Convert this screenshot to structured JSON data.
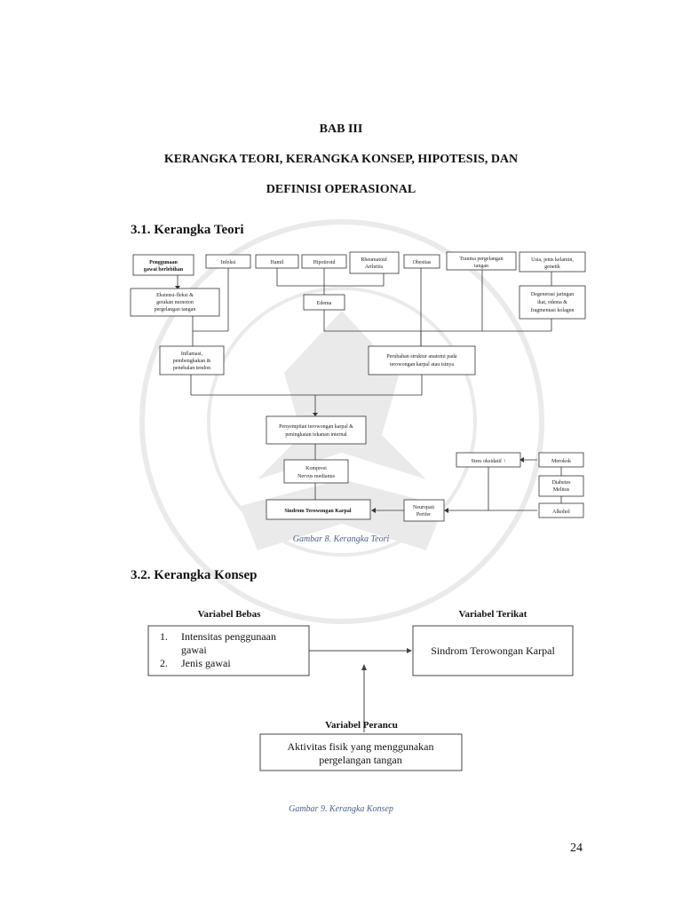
{
  "heading": {
    "line1": "BAB III",
    "line2": "KERANGKA TEORI, KERANGKA KONSEP, HIPOTESIS, DAN",
    "line3": "DEFINISI OPERASIONAL"
  },
  "section1": {
    "title": "3.1. Kerangka Teori"
  },
  "theory_diagram": {
    "top": {
      "gawai": [
        "Penggunaan",
        "gawai berlebihan"
      ],
      "infeksi": "Infeksi",
      "hamil": "Hamil",
      "hipotiroid": "Hipotiroid",
      "rheumatoid": [
        "Rheumatoid",
        "Arthritis"
      ],
      "obesitas": "Obesitas",
      "trauma": [
        "Trauma pergelangan",
        "tangan"
      ],
      "usia": [
        "Usia, jenis kelamin,",
        "genetik"
      ]
    },
    "level2": {
      "ekstensi": [
        "Ekstensi-fleksi &",
        "gerakan monoton",
        "pergelangan tangan"
      ],
      "edema": "Edema",
      "degenerasi": [
        "Degenerasi jaringan",
        "ikat, edema &",
        "fragmentasi kolagen"
      ]
    },
    "level3": {
      "inflamasi": [
        "Inflamasi,",
        "pembengkakan &",
        "penebalan tendon"
      ],
      "perubahan": [
        "Perubahan struktur anatomi pada",
        "terowongan karpal atau isinya"
      ]
    },
    "penyempitan": [
      "Penyempitan terowongan karpal &",
      "peningkatan tekanan internal"
    ],
    "kompresi": [
      "Kompresi",
      "Nervus medianus"
    ],
    "sindrom": "Sindrom Terowongan Karpal",
    "neuropati": [
      "Neuropati",
      "Perifer"
    ],
    "stres": "Stres oksidatif ↑",
    "merokok": "Merokok",
    "diabetes": [
      "Diabetes",
      "Melitus"
    ],
    "alkohol": "Alkohol"
  },
  "caption1": "Gambar 8. Kerangka Teori",
  "section2": {
    "title": "3.2. Kerangka Konsep"
  },
  "concept_diagram": {
    "bebas_label": "Variabel Bebas",
    "bebas_items": [
      {
        "num": "1.",
        "lines": [
          "Intensitas penggunaan",
          "gawai"
        ]
      },
      {
        "num": "2.",
        "lines": [
          "Jenis gawai"
        ]
      }
    ],
    "terikat_label": "Variabel Terikat",
    "terikat_text": "Sindrom Terowongan Karpal",
    "perancu_label": "Variabel Perancu",
    "perancu_lines": [
      "Aktivitas fisik yang menggunakan",
      "pergelangan tangan"
    ]
  },
  "caption2": "Gambar 9. Kerangka Konsep",
  "page_number": "24"
}
